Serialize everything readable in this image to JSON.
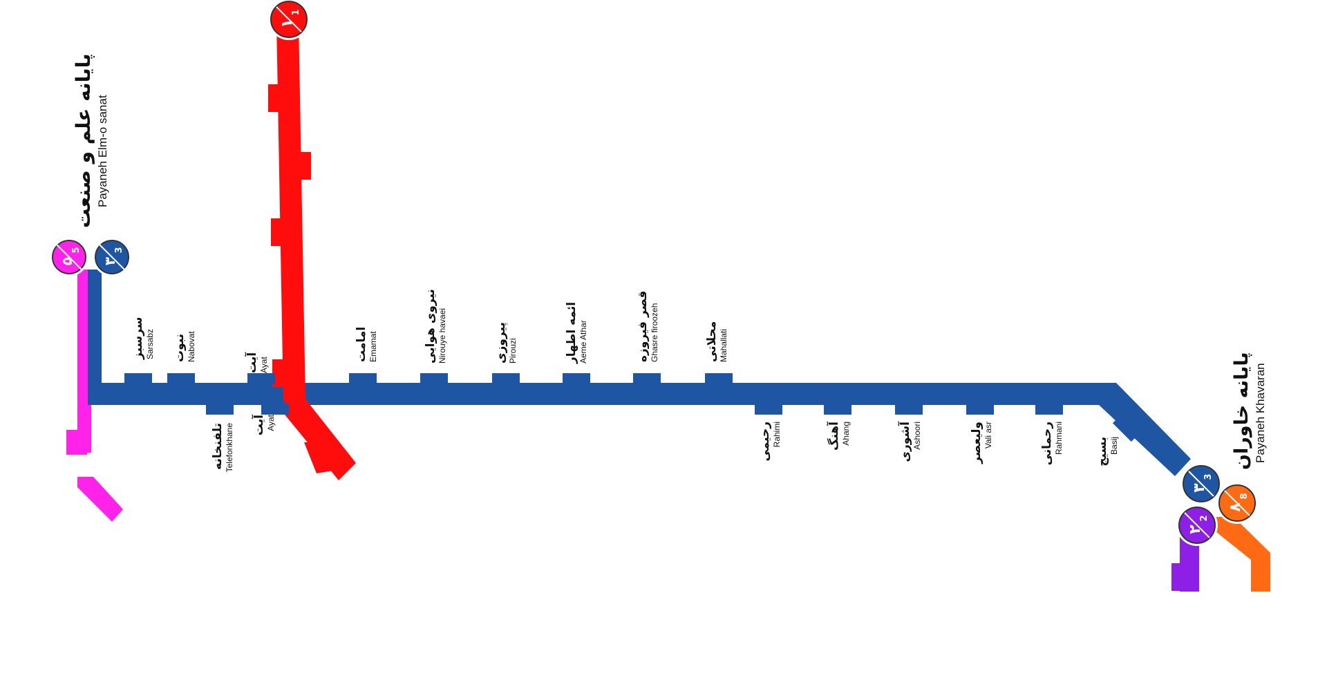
{
  "colors": {
    "line3": "#1f56a4",
    "line1": "#ff0d0d",
    "line5": "#ff22e8",
    "line2": "#8d1fe6",
    "line8": "#ff6a12"
  },
  "terminals": {
    "west": {
      "fa": "پایانه علم و صنعت",
      "en": "Payaneh Elm-o sanat"
    },
    "east": {
      "fa": "پایانه خاوران",
      "en": "Payaneh Khavaran"
    }
  },
  "badges": {
    "line5": {
      "fa": "۵",
      "num": "5"
    },
    "line3_west": {
      "fa": "۳",
      "num": "3"
    },
    "line1": {
      "fa": "۱",
      "num": "1"
    },
    "line3_east": {
      "fa": "۳",
      "num": "3"
    },
    "line8": {
      "fa": "۸",
      "num": "8"
    },
    "line2": {
      "fa": "۲",
      "num": "2"
    }
  },
  "stations_top": [
    {
      "fa": "سرسبز",
      "en": "Sarsabz"
    },
    {
      "fa": "نبوت",
      "en": "Nabovat"
    },
    {
      "fa": "آیت",
      "en": "Ayat"
    },
    {
      "fa": "امامت",
      "en": "Emamat"
    },
    {
      "fa": "نیروی هوایی",
      "en": "Nirouye havaei"
    },
    {
      "fa": "پیروزی",
      "en": "Pirouzi"
    },
    {
      "fa": "ائمه اطهار",
      "en": "Aeme Athar"
    },
    {
      "fa": "قصر فیروزه",
      "en": "Ghasre firoozeh"
    },
    {
      "fa": "محلاتی",
      "en": "Mahallati"
    }
  ],
  "stations_bottom": [
    {
      "fa": "تلفنخانه",
      "en": "Telefonkhane"
    },
    {
      "fa": "آیت",
      "en": "Ayat"
    },
    {
      "fa": "رحیمی",
      "en": "Rahimi"
    },
    {
      "fa": "آهنگ",
      "en": "Ahang"
    },
    {
      "fa": "آشوری",
      "en": "Ashoori"
    },
    {
      "fa": "ولیعصر",
      "en": "Vali asr"
    },
    {
      "fa": "رحمانی",
      "en": "Rahmani"
    },
    {
      "fa": "بسیج",
      "en": "Basij"
    }
  ]
}
